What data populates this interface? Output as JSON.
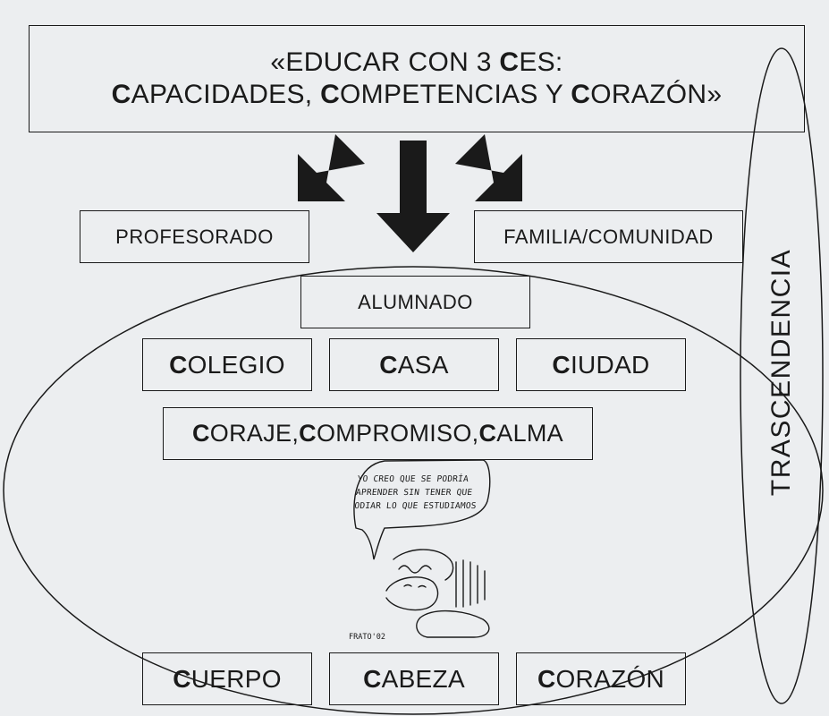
{
  "title": {
    "line1": {
      "a": "«EDUCAR CON 3 ",
      "b": "C",
      "c": "ES:"
    },
    "line2": {
      "a": "C",
      "b": "APACIDADES, ",
      "c": "C",
      "d": "OMPETENCIAS Y ",
      "e": "C",
      "f": "ORAZÓN»"
    }
  },
  "nodes": {
    "profesorado": "PROFESORADO",
    "familia": "FAMILIA/COMUNIDAD",
    "alumnado": "ALUMNADO"
  },
  "places": [
    {
      "initial": "C",
      "rest": "OLEGIO"
    },
    {
      "initial": "C",
      "rest": "ASA"
    },
    {
      "initial": "C",
      "rest": "IUDAD"
    }
  ],
  "values": {
    "a": "C",
    "b": "ORAJE, ",
    "c": "C",
    "d": "OMPROMISO, ",
    "e": "C",
    "f": "ALMA"
  },
  "cartoon": {
    "line1": "YO CREO QUE SE PODRÍA",
    "line2": "APRENDER SIN TENER QUE",
    "line3": "ODIAR LO QUE ESTUDIAMOS",
    "signature": "FRATO'02"
  },
  "dimensions": [
    {
      "initial": "C",
      "rest": "UERPO"
    },
    {
      "initial": "C",
      "rest": "ABEZA"
    },
    {
      "initial": "C",
      "rest": "ORAZÓN"
    }
  ],
  "side_label": "TRASCENDENCIA"
}
